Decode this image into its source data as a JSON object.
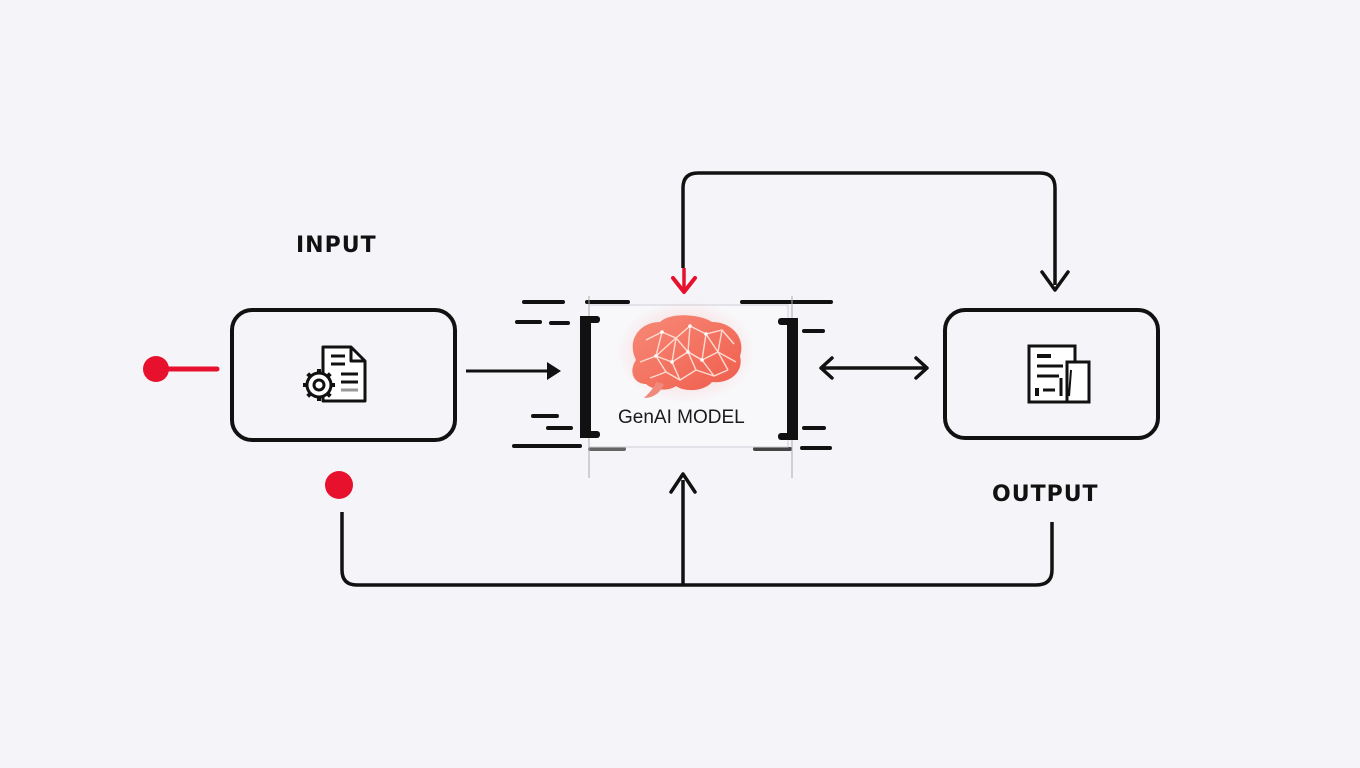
{
  "diagram": {
    "nodes": {
      "input": {
        "label": "INPUT",
        "icon": "document-gear-icon"
      },
      "model": {
        "label": "GenAI MODEL",
        "icon": "brain-network-icon"
      },
      "output": {
        "label": "OUTPUT",
        "icon": "document-output-icon"
      }
    },
    "edges": [
      {
        "from": "input-start-dot",
        "to": "input",
        "type": "line",
        "color": "#e8112d"
      },
      {
        "from": "input",
        "to": "model",
        "type": "arrow"
      },
      {
        "from": "model",
        "to": "output",
        "type": "bidirectional-arrow"
      },
      {
        "from": "output",
        "to": "model",
        "type": "feedback-loop-top",
        "arrowhead_color": "#e8112d",
        "note": "loop from top returns into model (red arrowhead) and continues down into output"
      },
      {
        "from": "input-bottom-dot",
        "to": "model",
        "type": "bottom-bus-arrow",
        "joins": "output"
      }
    ],
    "colors": {
      "accent": "#e8112d",
      "stroke": "#111111",
      "background": "#f5f5f9",
      "brain": "#f26b5b"
    }
  }
}
